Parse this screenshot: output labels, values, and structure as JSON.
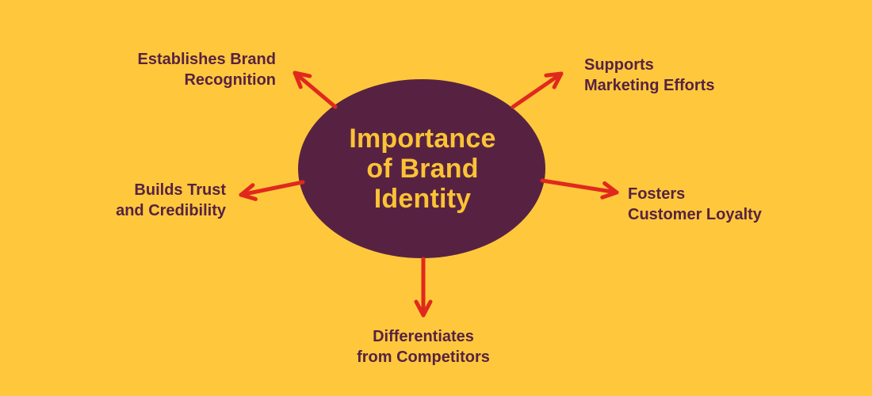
{
  "title": "Importance of Brand Identity",
  "colors": {
    "background": "#FFC83C",
    "ellipse": "#572242",
    "center_text": "#FBC335",
    "label_text": "#572242",
    "arrow": "#E0291D"
  },
  "center": {
    "lines": [
      "Importance",
      "of Brand",
      "Identity"
    ]
  },
  "nodes": [
    {
      "id": "establishes-brand-recognition",
      "lines": [
        "Establishes Brand",
        "Recognition"
      ]
    },
    {
      "id": "supports-marketing-efforts",
      "lines": [
        "Supports",
        "Marketing Efforts"
      ]
    },
    {
      "id": "builds-trust-and-credibility",
      "lines": [
        "Builds Trust",
        "and Credibility"
      ]
    },
    {
      "id": "fosters-customer-loyalty",
      "lines": [
        "Fosters",
        "Customer Loyalty"
      ]
    },
    {
      "id": "differentiates-from-competitors",
      "lines": [
        "Differentiates",
        "from Competitors"
      ]
    }
  ]
}
